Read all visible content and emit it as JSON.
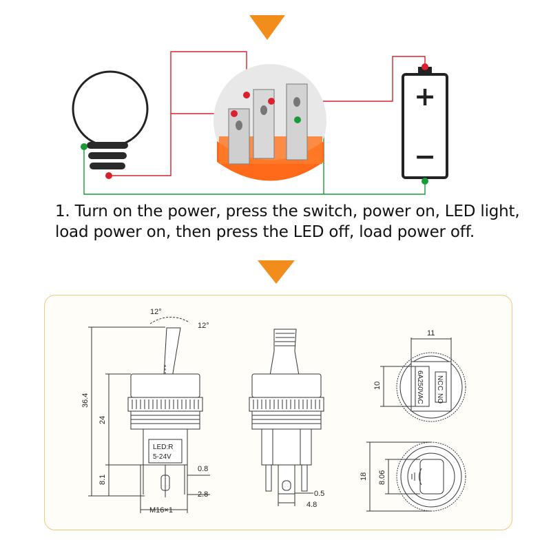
{
  "instruction": "1. Turn on the power, press the switch, power on, LED light, load power on, then press the LED off, load power off.",
  "colors": {
    "accent_arrow": "#f28c1b",
    "wire_red": "#d9202c",
    "wire_green": "#1a9a3a",
    "switch_base": "#ff6a1a",
    "panel_border": "#f3c87c"
  },
  "battery": {
    "plus": "+",
    "minus": "−"
  },
  "icons": [
    "down-arrow-icon",
    "bulb-icon",
    "battery-icon",
    "switch-terminals-icon"
  ],
  "dimensions": {
    "side": {
      "angle_left": "12°",
      "angle_right": "12°",
      "height_total": "36.4",
      "height_body": "24",
      "height_pins": "8.1",
      "pin_thickness": "0.8",
      "pin_pitch": "2.8",
      "thread": "M16×1",
      "label_line1": "LED:R",
      "label_line2": "5-24V"
    },
    "front": {
      "pin_thickness": "0.5",
      "pin_width": "4.8"
    },
    "bottom": {
      "width": "11",
      "height": "10",
      "rating": "6A250VAC",
      "terminal_nc": "NC",
      "terminal_c": "C",
      "terminal_no": "NO"
    },
    "top": {
      "outer": "18",
      "inner": "8.06"
    }
  }
}
